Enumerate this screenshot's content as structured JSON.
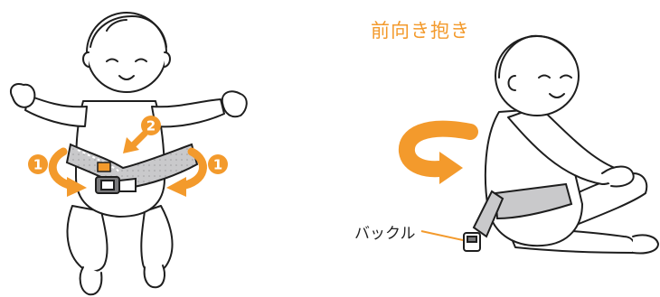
{
  "labels": {
    "title": "前向き抱き",
    "buckle": "バックル",
    "step_one": "1",
    "step_two": "2"
  },
  "colors": {
    "accent": "#f39a2c",
    "belt": "#c9c9cb",
    "belt_dark": "#a9a9ab",
    "outline": "#1e1e1e"
  },
  "icons": {
    "rotate_arrow": "curved-arrow-icon",
    "point_arrow": "straight-arrow-icon"
  }
}
